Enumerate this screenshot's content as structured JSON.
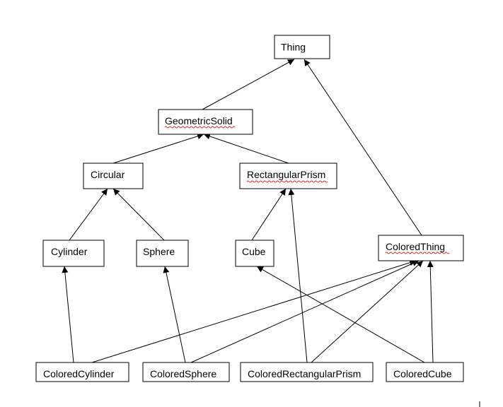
{
  "diagram": {
    "type": "class-inheritance",
    "nodes": {
      "thing": "Thing",
      "geometric_solid": "GeometricSolid",
      "circular": "Circular",
      "rectangular_prism": "RectangularPrism",
      "cylinder": "Cylinder",
      "sphere": "Sphere",
      "cube": "Cube",
      "colored_thing": "ColoredThing",
      "colored_cylinder": "ColoredCylinder",
      "colored_sphere": "ColoredSphere",
      "colored_rectangular_prism": "ColoredRectangularPrism",
      "colored_cube": "ColoredCube"
    },
    "edges": [
      {
        "from": "geometric_solid",
        "to": "thing"
      },
      {
        "from": "colored_thing",
        "to": "thing"
      },
      {
        "from": "circular",
        "to": "geometric_solid"
      },
      {
        "from": "rectangular_prism",
        "to": "geometric_solid"
      },
      {
        "from": "cylinder",
        "to": "circular"
      },
      {
        "from": "sphere",
        "to": "circular"
      },
      {
        "from": "cube",
        "to": "rectangular_prism"
      },
      {
        "from": "colored_cylinder",
        "to": "cylinder"
      },
      {
        "from": "colored_cylinder",
        "to": "colored_thing"
      },
      {
        "from": "colored_sphere",
        "to": "sphere"
      },
      {
        "from": "colored_sphere",
        "to": "colored_thing"
      },
      {
        "from": "colored_rectangular_prism",
        "to": "rectangular_prism"
      },
      {
        "from": "colored_rectangular_prism",
        "to": "colored_thing"
      },
      {
        "from": "colored_cube",
        "to": "cube"
      },
      {
        "from": "colored_cube",
        "to": "colored_thing"
      }
    ],
    "spellcheck_flagged": [
      "geometric_solid",
      "rectangular_prism",
      "colored_thing"
    ],
    "colors": {
      "line": "#000000",
      "box_fill": "#ffffff",
      "spellcheck": "#e02020"
    }
  }
}
